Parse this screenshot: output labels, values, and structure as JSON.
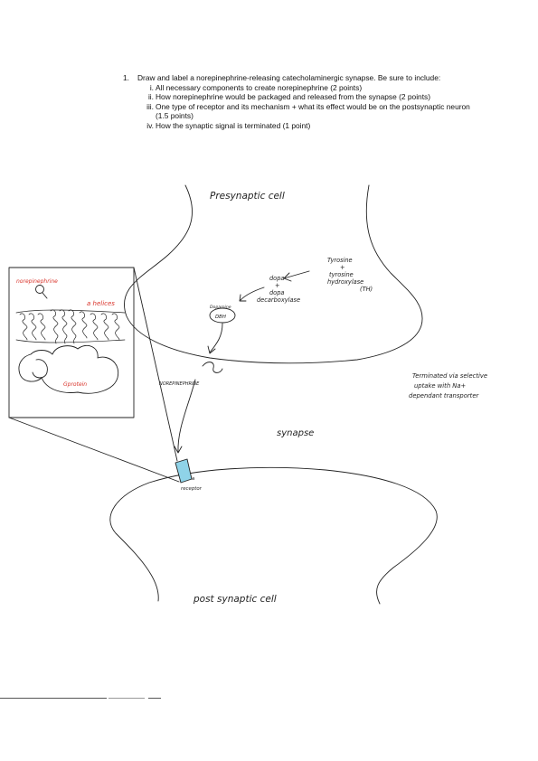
{
  "question": {
    "number": "1.",
    "prompt": "Draw and label a norepinephrine-releasing catecholaminergic synapse. Be sure to include:",
    "items": [
      {
        "numeral": "i.",
        "text": "All necessary components to create norepinephrine (2 points)"
      },
      {
        "numeral": "ii.",
        "text": "How norepinephrine would be packaged and released from the synapse (2 points)"
      },
      {
        "numeral": "iii.",
        "text": "One type of receptor and its mechanism + what its effect would be on the postsynaptic neuron (1.5 points)"
      },
      {
        "numeral": "iv.",
        "text": "How the synaptic signal is terminated (1 point)"
      }
    ]
  },
  "drawing": {
    "presynaptic_label": "Presynaptic cell",
    "postsynaptic_label": "post synaptic cell",
    "synapse_label": "synapse",
    "tyrosine_lines": [
      "Tyrosine",
      "+",
      "tyrosine",
      "hydroxylase",
      "(TH)"
    ],
    "dopa_lines": [
      "dopa",
      "+",
      "dopa",
      "decarboxylase"
    ],
    "dopamine_label": "Dopamine",
    "dbh_label": "DBH",
    "norepinephrine_label": "NOREPINEPHRINE",
    "receptor_lines": [
      "a",
      "receptor"
    ],
    "termination_lines": [
      "Terminated via selective",
      "uptake with Na+",
      "dependant transporter"
    ],
    "inset": {
      "ne_label": "norepinephrine",
      "helices_label": "a helices",
      "gprotein_label": "Gprotein"
    }
  },
  "colors": {
    "ink": "#222222",
    "red": "#d9342b",
    "receptor_fill": "#8fd3e8"
  }
}
